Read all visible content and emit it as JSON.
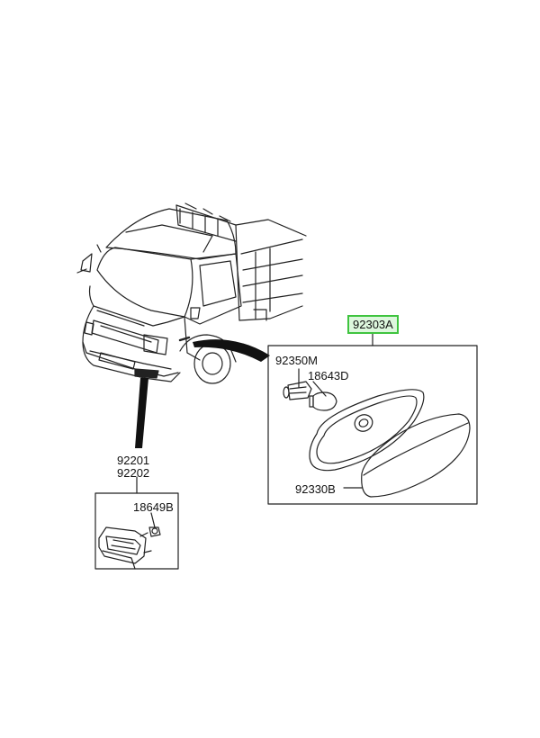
{
  "labels": {
    "assembly": "92303A",
    "socket": "92350M",
    "bulb_right": "18643D",
    "lens": "92330B",
    "fog_lamp_lh": "92201",
    "fog_lamp_rh": "92202",
    "bulb_left": "18649B"
  },
  "colors": {
    "line": "#111111",
    "highlight_border": "#3fc43f",
    "highlight_fill": "#ddf7dd"
  }
}
